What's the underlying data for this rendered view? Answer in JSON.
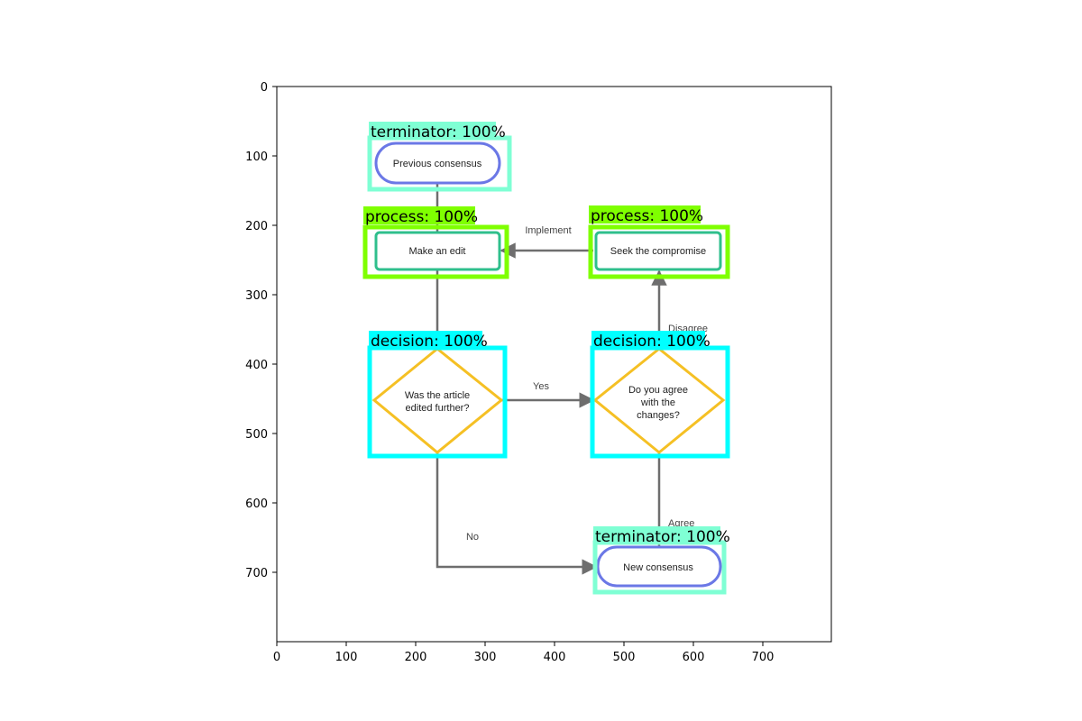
{
  "axes": {
    "x_ticks": [
      "0",
      "100",
      "200",
      "300",
      "400",
      "500",
      "600",
      "700"
    ],
    "y_ticks": [
      "0",
      "100",
      "200",
      "300",
      "400",
      "500",
      "600",
      "700"
    ]
  },
  "nodes": {
    "previous_consensus": "Previous consensus",
    "make_edit": "Make an edit",
    "seek_compromise": "Seek the compromise",
    "edited_further": [
      "Was the article",
      "edited further?"
    ],
    "agree_changes": [
      "Do you agree",
      "with the",
      "changes?"
    ],
    "new_consensus": "New consensus"
  },
  "edges": {
    "implement": "Implement",
    "disagree": "Disagree",
    "yes": "Yes",
    "no": "No",
    "agree": "Agree"
  },
  "detections": {
    "terminator_top": "terminator: 100%",
    "process_left": "process: 100%",
    "process_right": "process: 100%",
    "decision_left": "decision: 100%",
    "decision_right": "decision: 100%",
    "terminator_bottom": "terminator: 100%"
  },
  "colors": {
    "terminator_box": "#7fffd4",
    "process_box": "#7fff00",
    "decision_box": "#00ffff",
    "terminator_shape": "#6b78e6",
    "process_shape": "#2fbf8c",
    "decision_shape": "#f5c024",
    "edge": "#6e6e6e"
  }
}
